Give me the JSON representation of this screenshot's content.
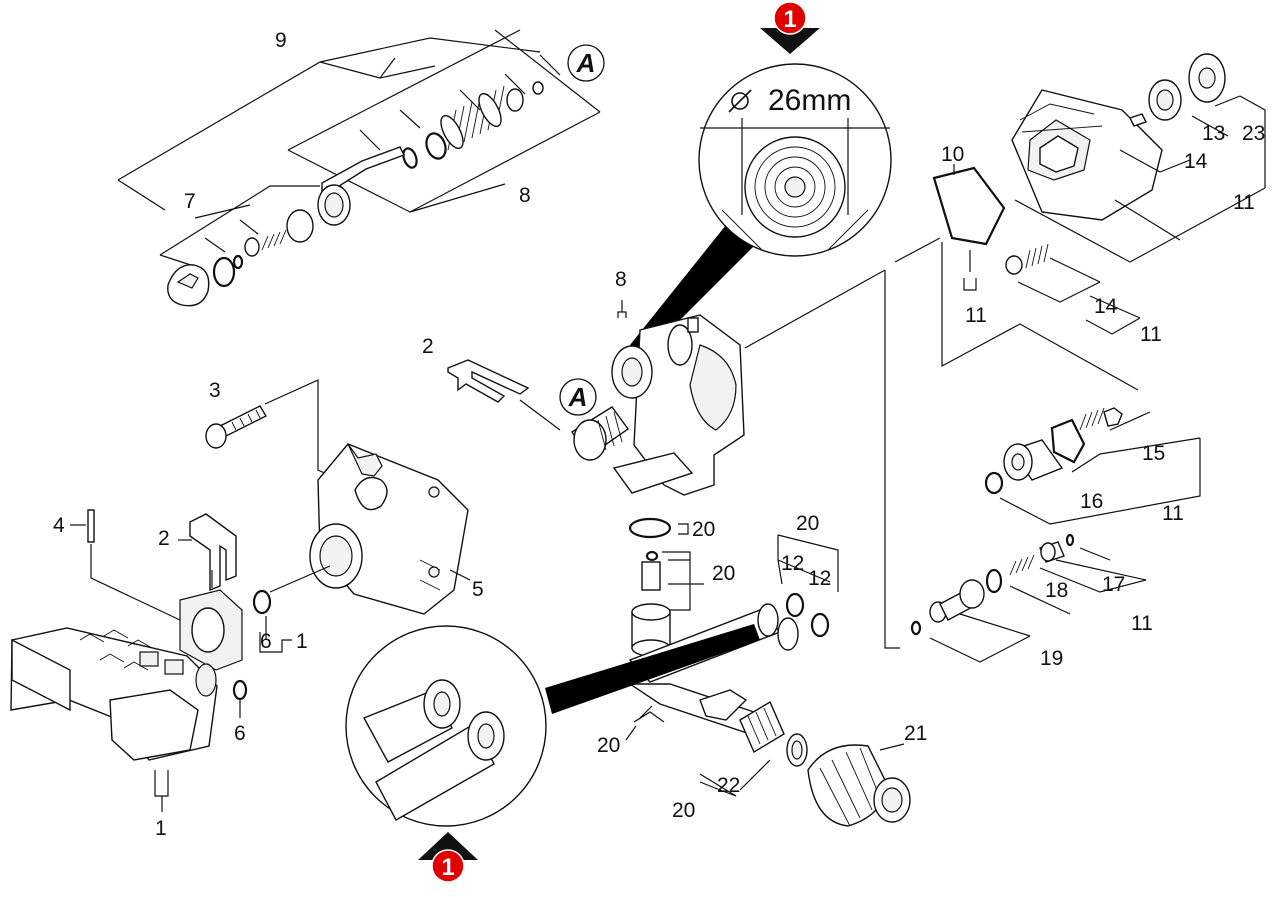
{
  "diagram": {
    "dimension_label": "26mm",
    "diameter_symbol": "⌀",
    "marker_number": "1",
    "ref_letter": "A",
    "part_numbers": {
      "p9": "9",
      "p8a": "8",
      "p7": "7",
      "p8b": "8",
      "p2a": "2",
      "p3": "3",
      "p4": "4",
      "p2b": "2",
      "p5": "5",
      "p6a": "6",
      "p1a": "1",
      "p6b": "6",
      "p1b": "1",
      "p10": "10",
      "p11a": "11",
      "p13": "13",
      "p23": "23",
      "p14a": "14",
      "p11b": "11",
      "p14b": "14",
      "p11c": "11",
      "p15": "15",
      "p16": "16",
      "p11d": "11",
      "p17": "17",
      "p18": "18",
      "p11e": "11",
      "p19": "19",
      "p20a": "20",
      "p20b": "20",
      "p20c": "20",
      "p12a": "12",
      "p12b": "12",
      "p20d": "20",
      "p21": "21",
      "p22": "22",
      "p20e": "20"
    }
  }
}
